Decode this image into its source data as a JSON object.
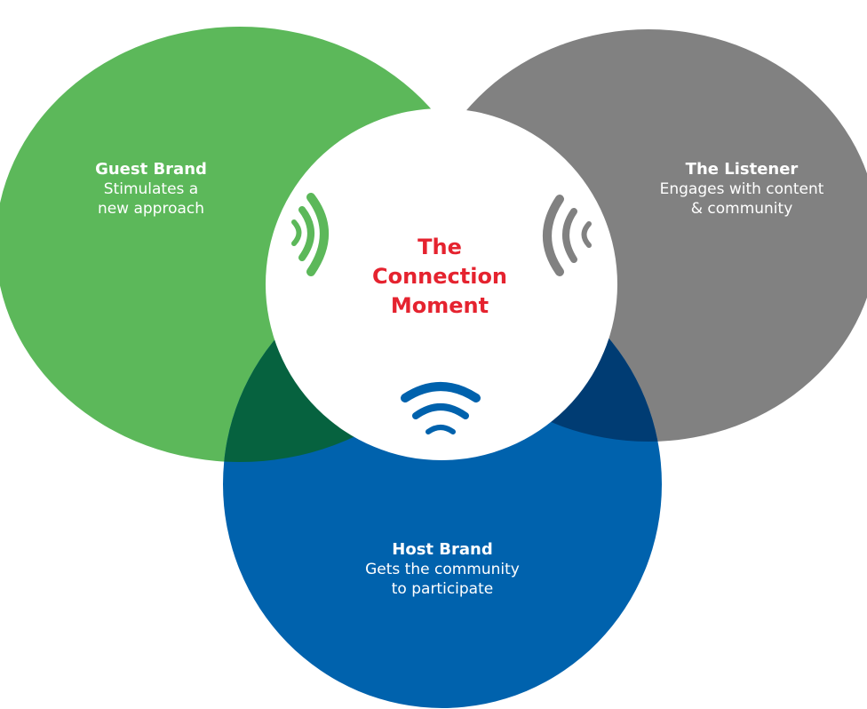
{
  "colors": {
    "guest": "#5cb85a",
    "listener": "#818181",
    "host": "#0062ad",
    "guest_listener_overlap": "#2b6e33",
    "guest_host_overlap": "#06623f",
    "listener_host_overlap": "#003c73",
    "center": "#ffffff",
    "center_text": "#e5232f",
    "icon_green": "#5cb85a",
    "icon_gray": "#818181",
    "icon_blue": "#0062ad"
  },
  "guest": {
    "title": "Guest Brand",
    "line1": "Stimulates a",
    "line2": "new approach"
  },
  "listener": {
    "title": "The Listener",
    "line1": "Engages with content",
    "line2": "& community"
  },
  "host": {
    "title": "Host Brand",
    "line1": "Gets the community",
    "line2": "to participate"
  },
  "center": {
    "line1": "The",
    "line2": "Connection",
    "line3": "Moment"
  },
  "icons": {
    "left": "signal-waves-right-icon",
    "right": "signal-waves-left-icon",
    "bottom": "signal-waves-up-icon"
  }
}
